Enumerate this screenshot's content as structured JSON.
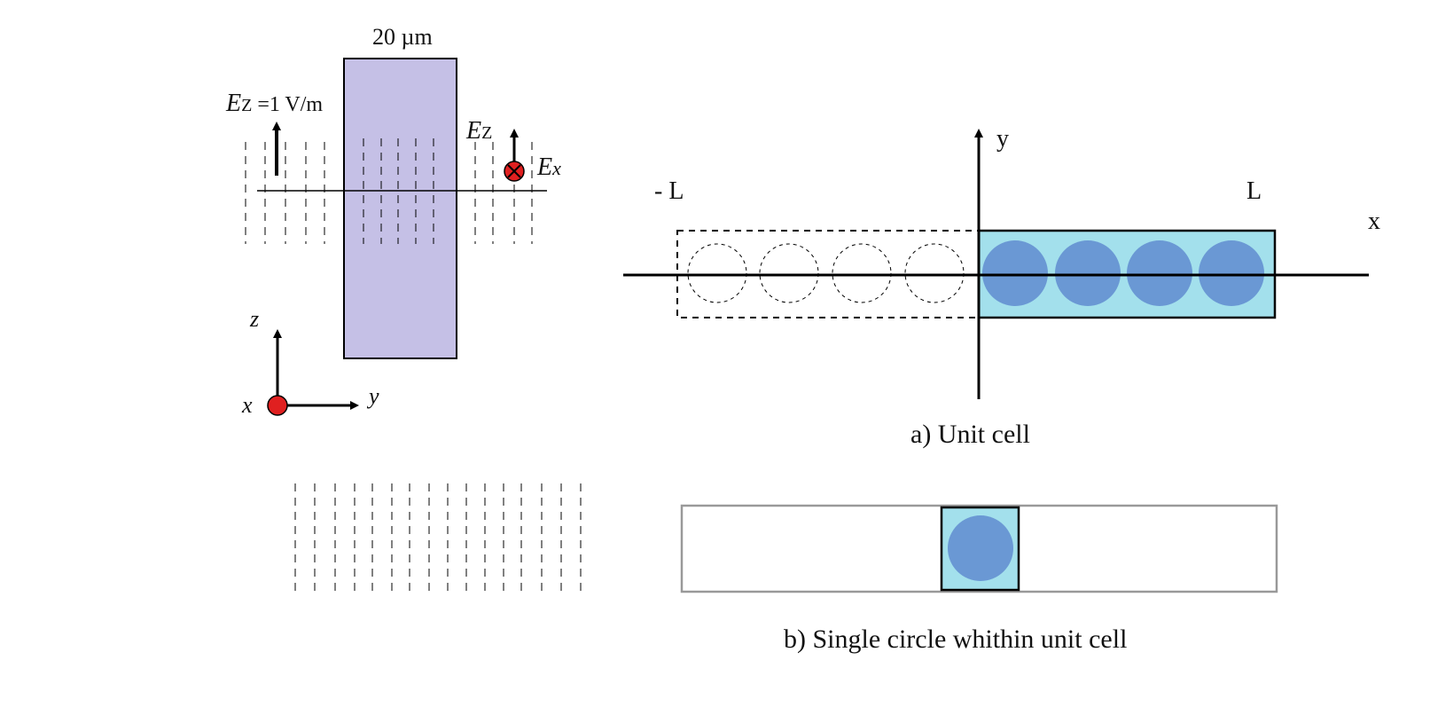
{
  "left_figure": {
    "slab_width_label": "20 µm",
    "ez_label_main": "E",
    "ez_label_sub": "Z",
    "ez_label_value": " =1 V/m",
    "ez_right_main": "E",
    "ez_right_sub": "Z",
    "ex_label_main": "E",
    "ex_label_sub": "x",
    "axis_z": "z",
    "axis_x": "x",
    "axis_y": "y",
    "colors": {
      "slab": "#c5c0e6",
      "marker": "#e02020"
    }
  },
  "right_figure": {
    "label_neg_l": "- L",
    "label_l": "L",
    "label_x": "x",
    "label_y": "y",
    "caption_a": "a) Unit cell",
    "caption_b": "b) Single circle whithin unit cell",
    "colors": {
      "cell": "#a3e0ec",
      "circle": "#6a98d4"
    }
  }
}
